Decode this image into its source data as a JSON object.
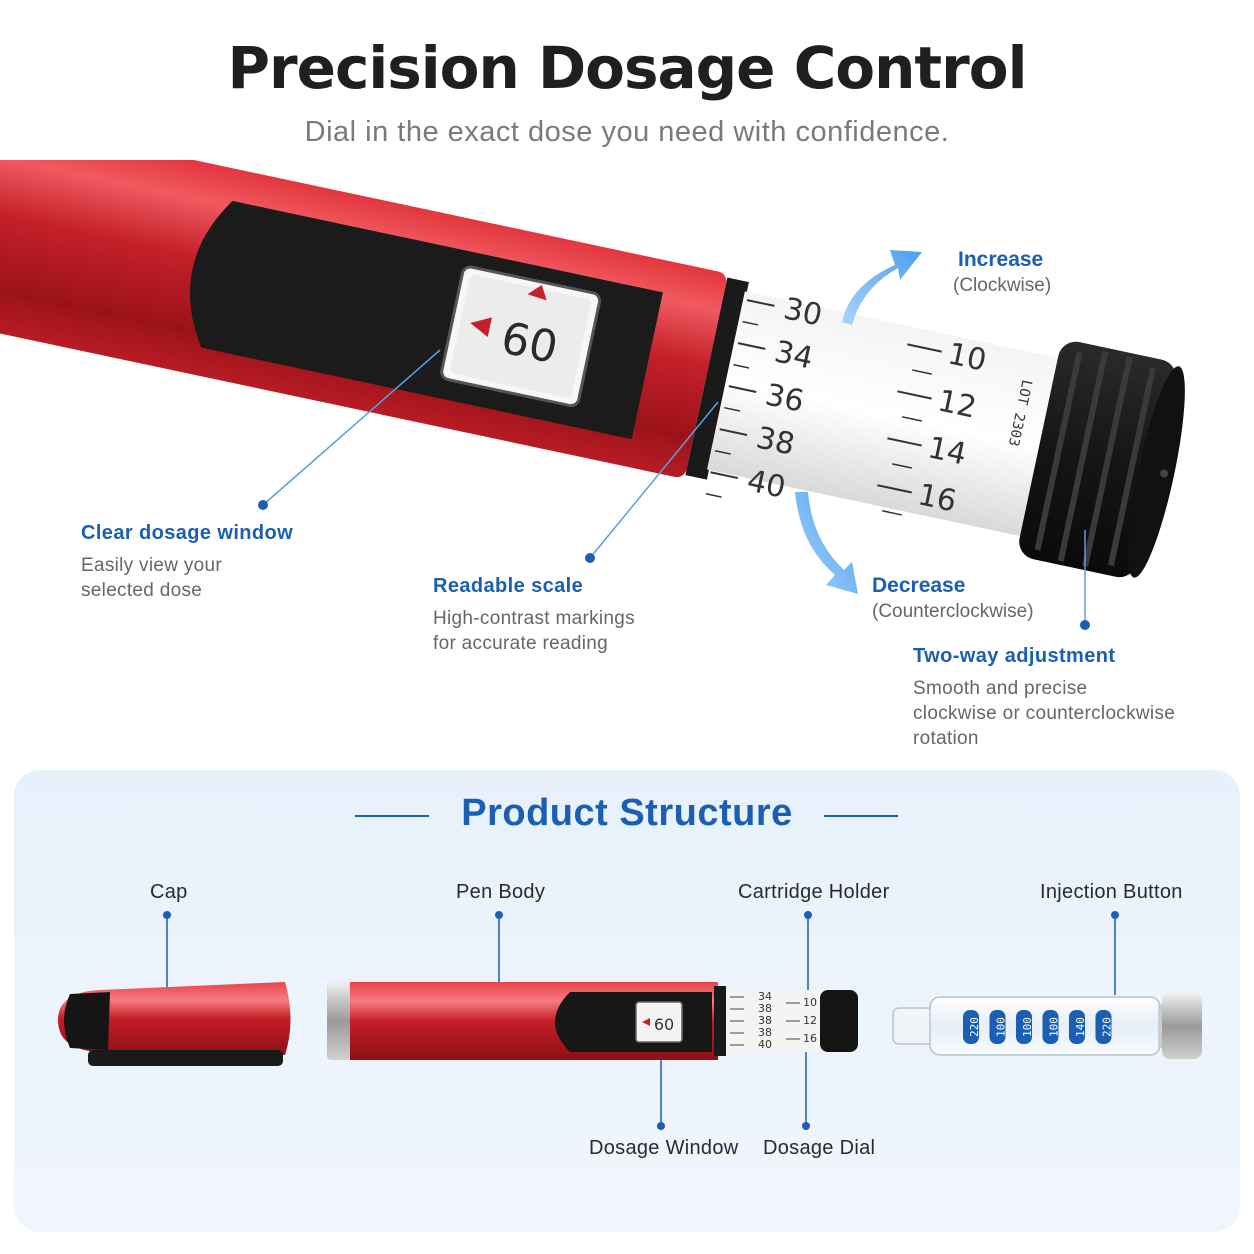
{
  "header": {
    "title": "Precision Dosage Control",
    "subtitle": "Dial in the exact dose you need with confidence."
  },
  "hero": {
    "window_dose": "60",
    "scale_left": [
      "30",
      "34",
      "36",
      "38",
      "40"
    ],
    "scale_right": [
      "10",
      "12",
      "14",
      "16"
    ],
    "lot_text": "LOT 2303",
    "increase": {
      "title": "Increase",
      "note": "(Clockwise)"
    },
    "decrease": {
      "title": "Decrease",
      "note": "(Counterclockwise)"
    }
  },
  "features": [
    {
      "title": "Clear dosage window",
      "desc": "Easily view your\nselected dose"
    },
    {
      "title": "Readable scale",
      "desc": "High-contrast markings\nfor accurate reading"
    },
    {
      "title": "Two-way adjustment",
      "desc": "Smooth and precise\nclockwise or counterclockwise\nrotation"
    }
  ],
  "structure": {
    "title": "Product Structure",
    "labels_top": [
      "Cap",
      "Pen Body",
      "Cartridge Holder",
      "Injection Button"
    ],
    "labels_bottom": [
      "Dosage Window",
      "Dosage Dial"
    ],
    "mini_window_dose": "60",
    "mini_scale_left": [
      "34",
      "38",
      "38",
      "38",
      "40"
    ],
    "mini_scale_right": [
      "10",
      "12",
      "16"
    ],
    "cartridge_marks": [
      "220",
      "100",
      "100",
      "100",
      "140",
      "220"
    ]
  },
  "colors": {
    "accent": "#1a5fb4",
    "pen_red": "#c8202a",
    "arrow_blue": "#5aaaf0",
    "knob": "#1a1a1a"
  }
}
